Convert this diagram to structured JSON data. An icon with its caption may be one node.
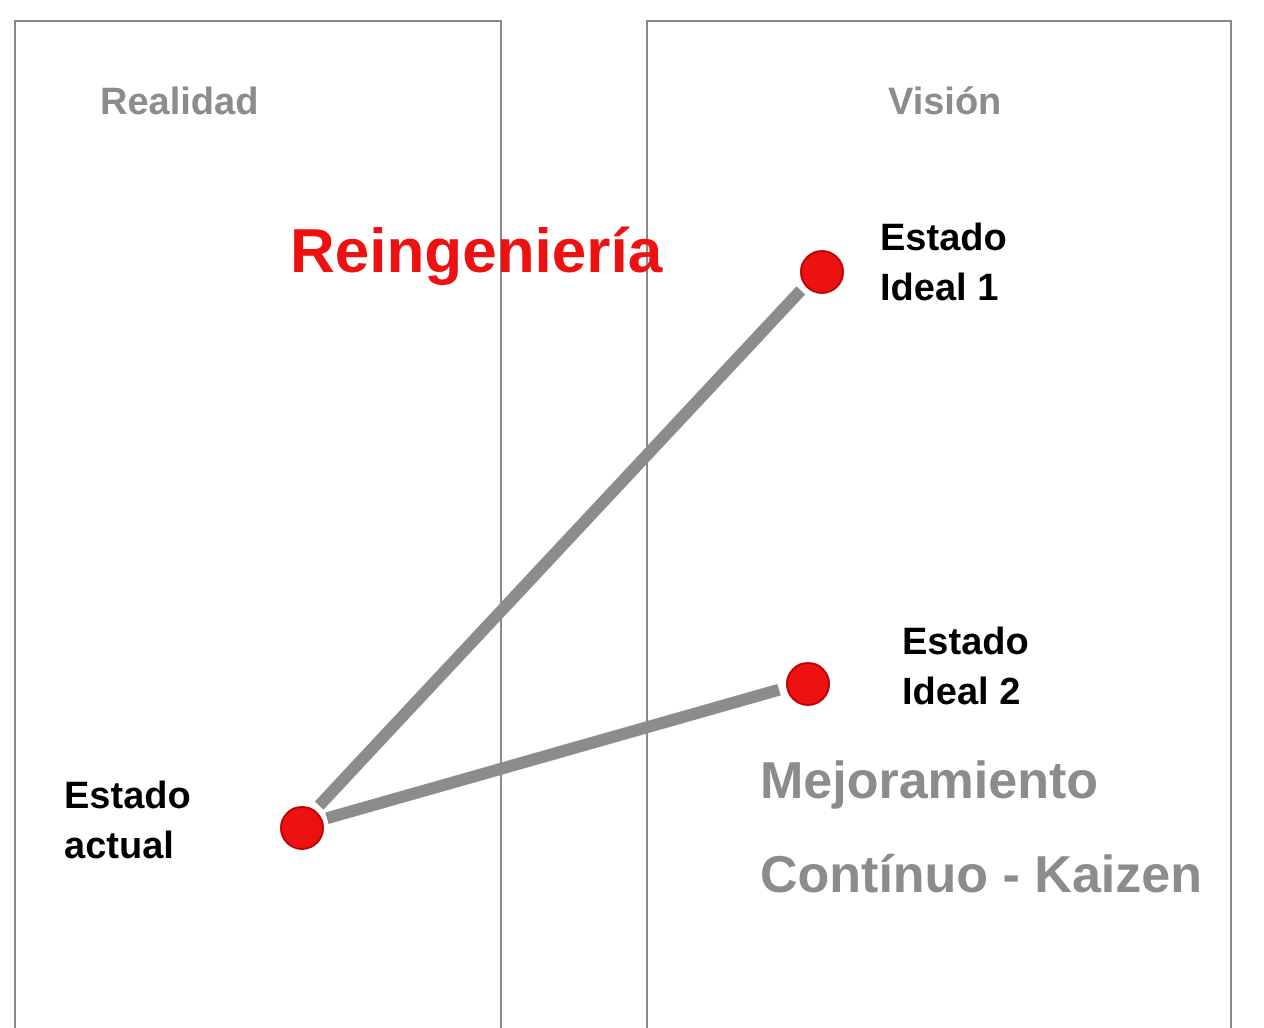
{
  "diagram": {
    "nodes": [
      {
        "text": [
          "Realidad"
        ]
      },
      {
        "text": [
          "Visión"
        ]
      },
      {
        "text": [],
        "shape": "circle",
        "in": 0,
        "beside": [
          "Estado actual"
        ]
      },
      {
        "text": [],
        "shape": "circle",
        "in": 1,
        "beside": [
          "Estado Ideal 1"
        ]
      },
      {
        "text": [],
        "shape": "circle",
        "in": 1,
        "beside": [
          "Estado Ideal 2"
        ]
      }
    ],
    "edges": [
      {
        "from": 2,
        "to": 3,
        "arrow": "none",
        "label": "Reingeniería"
      },
      {
        "from": 2,
        "to": 4,
        "arrow": "none",
        "label": "Mejoramiento Contínuo - Kaizen"
      }
    ]
  }
}
